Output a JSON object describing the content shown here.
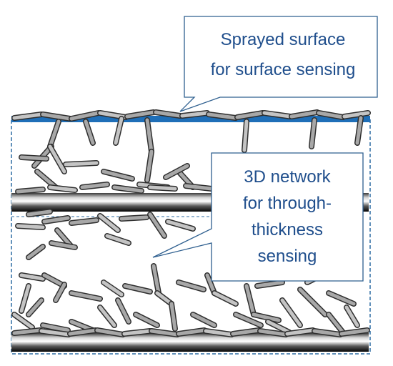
{
  "callouts": {
    "surface": {
      "lines": [
        "Sprayed surface",
        "for surface sensing"
      ]
    },
    "network": {
      "lines": [
        "3D network",
        "for through-",
        "thickness",
        "sensing"
      ]
    }
  },
  "colors": {
    "callout_text": "#1f4e8c",
    "callout_border": "#2e5f8f",
    "frame": "#2e6da4",
    "surface_layer": "#1f6fb8",
    "fiber_dark": "#111111",
    "tube_fill": "#b8b8b8",
    "tube_stroke": "#3a3a3a"
  },
  "icons": {
    "fiber_bundle": "carbon-fiber-rod",
    "nanotube": "cnt-segment"
  }
}
